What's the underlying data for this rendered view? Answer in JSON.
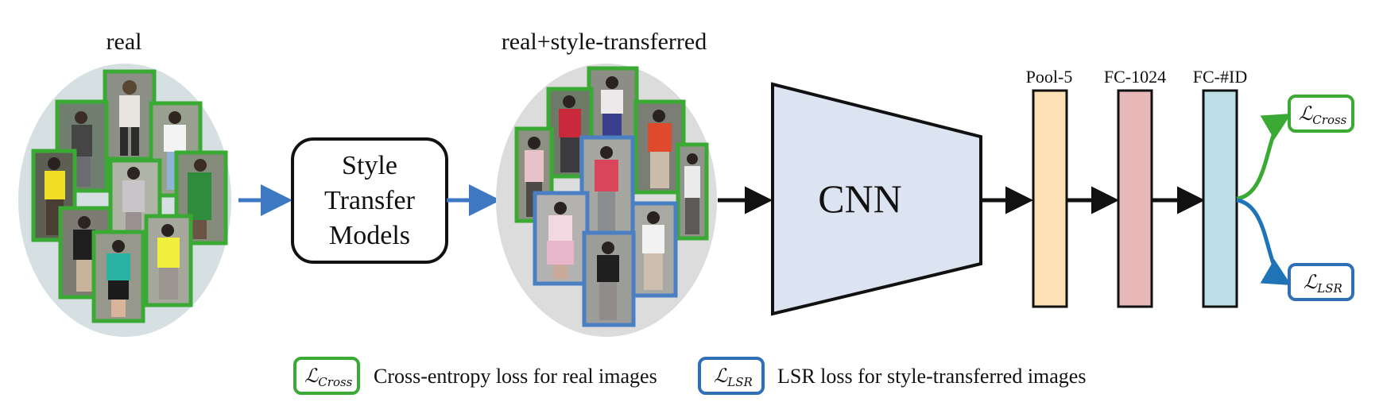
{
  "labels": {
    "real": "real",
    "mixed": "real+style-transferred",
    "style_transfer": [
      "Style",
      "Transfer",
      "Models"
    ],
    "cnn": "CNN",
    "pool5": "Pool-5",
    "fc1024": "FC-1024",
    "fcid": "FC-#ID"
  },
  "losses": {
    "cross_symbol": "ℒ",
    "cross_sub": "Cross",
    "lsr_symbol": "ℒ",
    "lsr_sub": "LSR"
  },
  "legend": {
    "cross_text": "Cross-entropy loss for real images",
    "lsr_text": "LSR loss for style-transferred images"
  },
  "colors": {
    "green": "#3aaa35",
    "blue": "#4a7fc4",
    "arrow_blue": "#3e78c2",
    "ellipse": "#d6e0e3",
    "ellipse2": "#dcdcdc",
    "cnn_fill": "#dde4f1",
    "pool5": "#fde1b5",
    "fc1024": "#e8b7b7",
    "fcid": "#bcdfe8"
  }
}
